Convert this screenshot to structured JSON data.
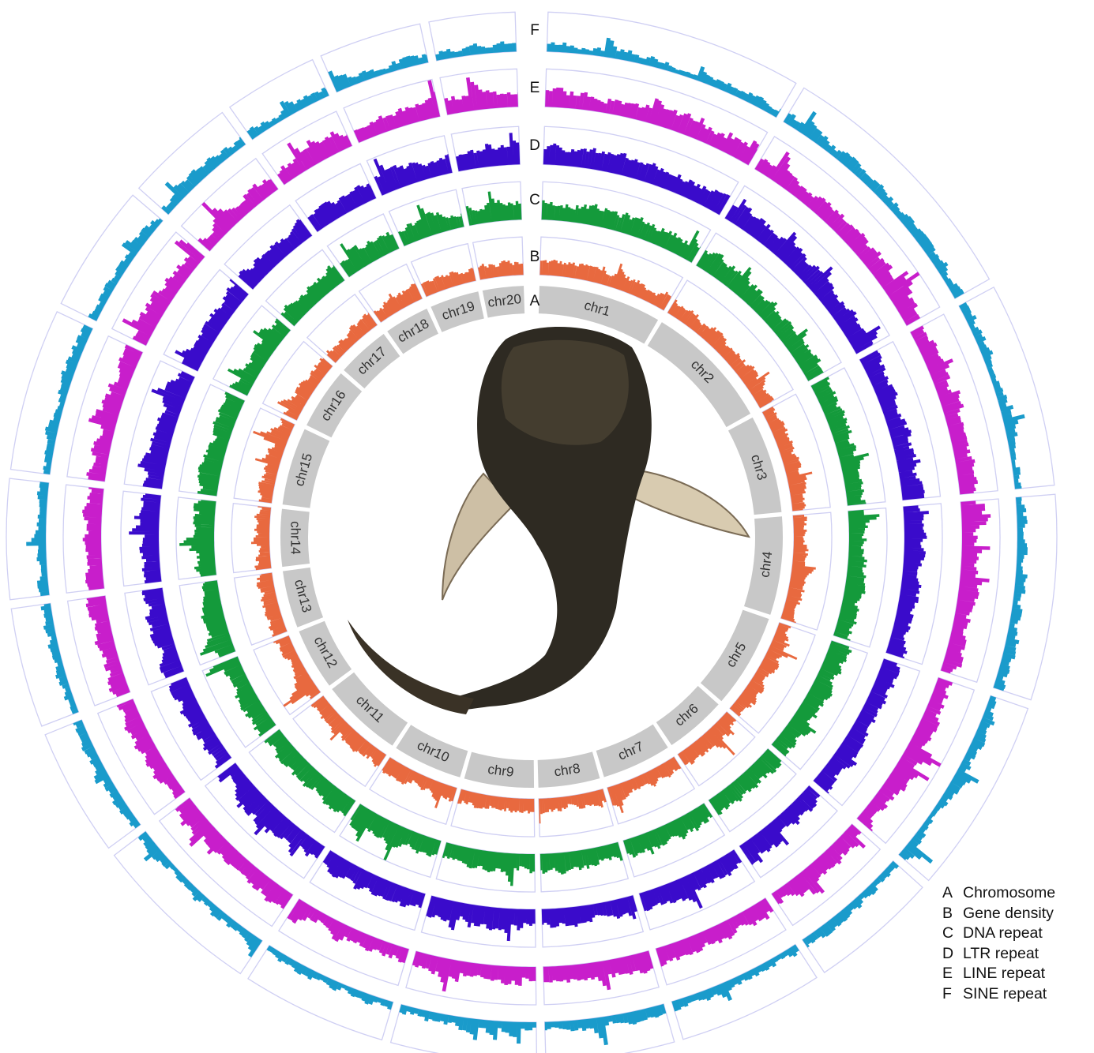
{
  "chart_data": {
    "type": "circos",
    "title": "",
    "chromosomes": [
      {
        "name": "chr1",
        "length": 30
      },
      {
        "name": "chr2",
        "length": 31
      },
      {
        "name": "chr3",
        "length": 24
      },
      {
        "name": "chr4",
        "length": 24
      },
      {
        "name": "chr5",
        "length": 23
      },
      {
        "name": "chr6",
        "length": 15
      },
      {
        "name": "chr7",
        "length": 17
      },
      {
        "name": "chr8",
        "length": 15
      },
      {
        "name": "chr9",
        "length": 17
      },
      {
        "name": "chr10",
        "length": 17
      },
      {
        "name": "chr11",
        "length": 20
      },
      {
        "name": "chr12",
        "length": 15
      },
      {
        "name": "chr13",
        "length": 14
      },
      {
        "name": "chr14",
        "length": 14
      },
      {
        "name": "chr15",
        "length": 19
      },
      {
        "name": "chr16",
        "length": 15
      },
      {
        "name": "chr17",
        "length": 13
      },
      {
        "name": "chr18",
        "length": 11
      },
      {
        "name": "chr19",
        "length": 12
      },
      {
        "name": "chr20",
        "length": 10
      }
    ],
    "tracks": [
      {
        "id": "A",
        "name": "Chromosome",
        "type": "ideogram",
        "color": "#c8c8c8"
      },
      {
        "id": "B",
        "name": "Gene density",
        "type": "histogram",
        "color": "#e8693f",
        "mean": 0.35,
        "variability": 0.35
      },
      {
        "id": "C",
        "name": "DNA repeat",
        "type": "histogram",
        "color": "#149a3b",
        "mean": 0.45,
        "variability": 0.4
      },
      {
        "id": "D",
        "name": "LTR repeat",
        "type": "histogram",
        "color": "#3a0bcb",
        "mean": 0.45,
        "variability": 0.4
      },
      {
        "id": "E",
        "name": "LINE repeat",
        "type": "histogram",
        "color": "#c81ecb",
        "mean": 0.4,
        "variability": 0.45
      },
      {
        "id": "F",
        "name": "SINE repeat",
        "type": "histogram",
        "color": "#1a9bcb",
        "mean": 0.2,
        "variability": 0.35
      }
    ],
    "frame_color": "#cfcff3",
    "legend_position": "bottom-right"
  },
  "legend": [
    {
      "key": "A",
      "label": "Chromosome"
    },
    {
      "key": "B",
      "label": "Gene density"
    },
    {
      "key": "C",
      "label": "DNA repeat"
    },
    {
      "key": "D",
      "label": "LTR repeat"
    },
    {
      "key": "E",
      "label": "LINE repeat"
    },
    {
      "key": "F",
      "label": "SINE repeat"
    }
  ]
}
